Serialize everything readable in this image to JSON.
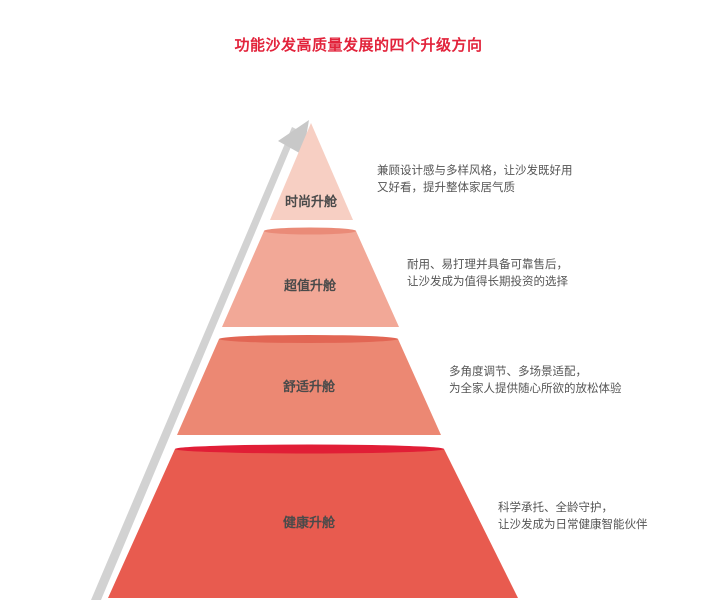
{
  "title": "功能沙发高质量发展的四个升级方向",
  "tiers": [
    {
      "label": "时尚升舱",
      "desc_line1": "兼顾设计感与多样风格，让沙发既好用",
      "desc_line2": "又好看，提升整体家居气质"
    },
    {
      "label": "超值升舱",
      "desc_line1": "耐用、易打理并具备可靠售后，",
      "desc_line2": "让沙发成为值得长期投资的选择"
    },
    {
      "label": "舒适升舱",
      "desc_line1": "多角度调节、多场景适配，",
      "desc_line2": "为全家人提供随心所欲的放松体验"
    },
    {
      "label": "健康升舱",
      "desc_line1": "科学承托、全龄守护，",
      "desc_line2": "让沙发成为日常健康智能伙伴"
    }
  ],
  "colors": {
    "title": "#e2233b",
    "tier_1": "#f7cfc3",
    "tier_2": "#f2a897",
    "tier_3": "#ec8873",
    "tier_4": "#e85b4f",
    "arrow": "#cfcfcf",
    "label": "#4a4a4a",
    "desc": "#555555"
  }
}
